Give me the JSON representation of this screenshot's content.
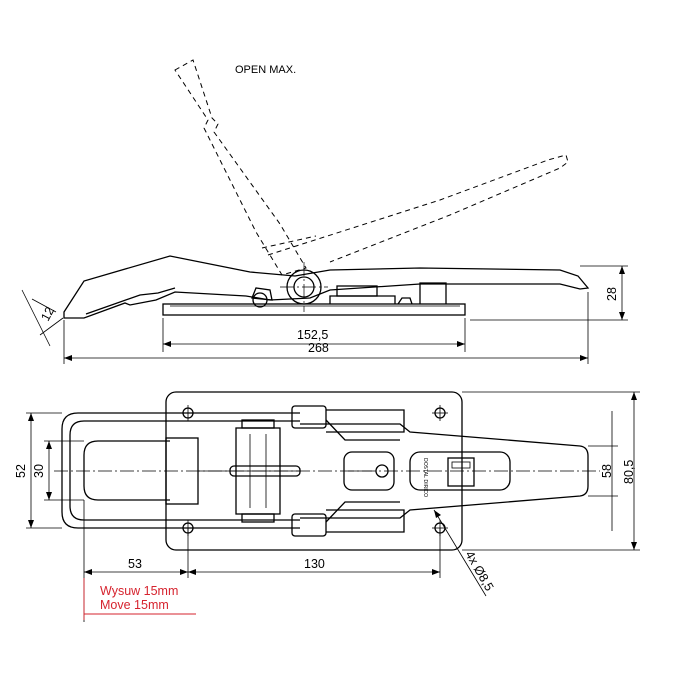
{
  "side_view": {
    "open_label": "OPEN MAX.",
    "dims": {
      "lever_thickness": "12",
      "height": "28",
      "base_length": "152,5",
      "overall_length": "268"
    }
  },
  "top_view": {
    "dims": {
      "width_outer": "52",
      "width_inner": "30",
      "handle_width": "58",
      "plate_width": "80,5",
      "offset": "53",
      "hole_spacing": "130",
      "holes": "4x Ø8,5"
    },
    "move_note": {
      "line1": "Wysuw 15mm",
      "line2": "Move 15mm"
    },
    "handle_marking": "DOSTAL\nDIRICO"
  },
  "colors": {
    "line": "#000000",
    "accent": "#d6232e"
  }
}
